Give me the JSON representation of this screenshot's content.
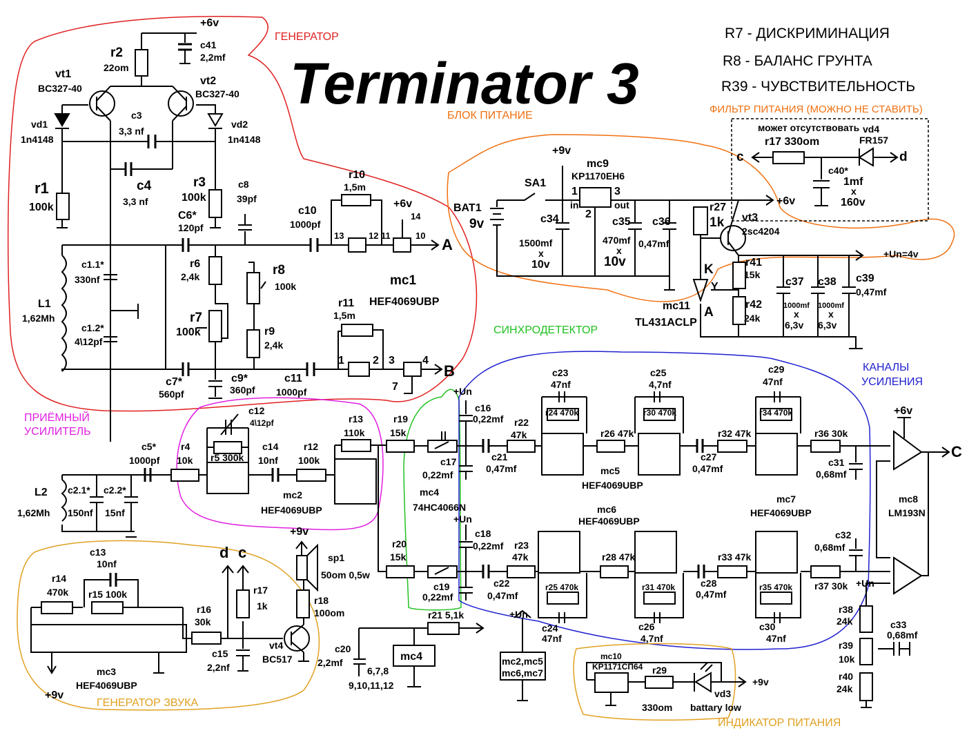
{
  "title": "Terminator 3",
  "notes": [
    "R7 - ДИСКРИМИНАЦИЯ",
    "R8 - БАЛАНС ГРУНТА",
    "R39 - ЧУВСТВИТЕЛЬНОСТЬ"
  ],
  "blocks": {
    "generator": "ГЕНЕРАТОР",
    "power": "БЛОК  ПИТАНИЕ",
    "filter": "ФИЛЬТР ПИТАНИЯ (МОЖНО НЕ СТАВИТЬ)",
    "sync": "СИНХРОДЕТЕКТОР",
    "channels_1": "КАНАЛЫ",
    "channels_2": "УСИЛЕНИЯ",
    "receiver_1": "ПРИЁМНЫЙ",
    "receiver_2": "УСИЛИТЕЛЬ",
    "sound": "ГЕНЕРАТОР ЗВУКА",
    "indicator": "ИНДИКАТОР ПИТАНИЯ"
  },
  "colors": {
    "generator": "#e02020",
    "power": "#f07010",
    "sync": "#20c020",
    "channels": "#2020d0",
    "receiver": "#e020e0",
    "sound": "#e0a020"
  },
  "labels": {
    "p6v_top": "+6v",
    "c41": "c41",
    "c41v": "2,2mf",
    "r2": "r2",
    "r2v": "22om",
    "vt1": "vt1",
    "vt1v": "BC327-40",
    "vt2": "vt2",
    "vt2v": "BC327-40",
    "c3": "c3",
    "c3v": "3,3 nf",
    "vd1": "vd1",
    "vd1v": "1n4148",
    "vd2": "vd2",
    "vd2v": "1n4148",
    "r1": "r1",
    "r1v": "100k",
    "c4": "c4",
    "c4v": "3,3 nf",
    "r3": "r3",
    "r3v": "100k",
    "c8": "c8",
    "c8v": "39pf",
    "c6": "C6*",
    "c6v": "120pf",
    "r10": "r10",
    "r10v": "1,5m",
    "c10": "c10",
    "c10v": "1000pf",
    "p6v_mc1": "+6v",
    "pin14": "14",
    "p13": "13",
    "p12": "12",
    "p11": "11",
    "p10": "10",
    "outA": "A",
    "c11s": "c1.1*",
    "c11v": "330nf",
    "L1": "L1",
    "L1v": "1,62Mh",
    "c12s": "c1.2*",
    "c12v": "4\\12pf",
    "r6": "r6",
    "r6v": "2,4k",
    "r8": "r8",
    "r8v": "100k",
    "r7": "r7",
    "r7v": "100k",
    "r9": "r9",
    "r9v": "2,4k",
    "mc1": "mc1",
    "mc1v": "HEF4069UBP",
    "r11": "r11",
    "r11v": "1,5m",
    "p1": "1",
    "p2": "2",
    "p3": "3",
    "p4": "4",
    "p7": "7",
    "outB": "B",
    "c7": "c7*",
    "c7v": "560pf",
    "c9": "c9*",
    "c9v": "360pf",
    "c11": "c11",
    "c11cv": "1000pf",
    "p9v": "+9v",
    "mc9": "mc9",
    "mc9v": "KP1170EH6",
    "SA1": "SA1",
    "bat1": "BAT1",
    "bat1v": "9v",
    "c34": "c34",
    "c34v": "1500mf",
    "c34x": "x",
    "c34vv": "10v",
    "in": "in",
    "out": "out",
    "pn1": "1",
    "pn2": "2",
    "pn3": "3",
    "c35": "c35",
    "c35v": "470mf",
    "c35x": "x",
    "c35vv": "10v",
    "c36": "c36",
    "c36v": "0,47mf",
    "r27": "r27",
    "r27v": "1k",
    "p6v_reg": "+6v",
    "vt3": "vt3",
    "vt3v": "2sc4204",
    "un4": "+Un=4v",
    "K": "K",
    "Y": "Y",
    "An": "A",
    "mc11": "mc11",
    "mc11v": "TL431ACLP",
    "r41": "r41",
    "r41v": "15k",
    "r42": "r42",
    "r42v": "24k",
    "c37": "c37",
    "c37v": "1000mf",
    "c37x": "x",
    "c37vv": "6,3v",
    "c38": "c38",
    "c38v": "1000mf",
    "c38x": "x",
    "c38vv": "6,3v",
    "c39": "c39",
    "c39v": "0,47mf",
    "optional": "может отсутствовать",
    "vd4": "vd4",
    "vd4v": "FR157",
    "r17f": "r17 330om",
    "fc": "c",
    "fd": "d",
    "c40": "c40*",
    "c40v": "1mf",
    "c40x": "x",
    "c40vv": "160v",
    "c23": "c23",
    "c23v": "47nf",
    "r24": "r24 470k",
    "c25": "c25",
    "c25v": "4,7nf",
    "r30": "r30 470k",
    "c29": "c29",
    "c29v": "47nf",
    "r34": "r34 470k",
    "r22": "r22",
    "r22v": "47k",
    "r26": "r26 47k",
    "r32": "r32 47k",
    "r36": "r36 30k",
    "c21": "c21",
    "c21v": "0,47mf",
    "c27": "c27",
    "c27v": "0,47mf",
    "c31": "c31",
    "c31v": "0,68mf",
    "mc5": "mc5",
    "mc5v": "HEF4069UBP",
    "mc6": "mc6",
    "mc6v": "HEF4069UBP",
    "mc7": "mc7",
    "mc7v": "HEF4069UBP",
    "mc8": "mc8",
    "mc8v": "LM193N",
    "outC": "C",
    "p6v_mc8": "+6v",
    "c12": "c12",
    "r5": "r5 300k",
    "c14": "c14",
    "c14v": "10nf",
    "r12": "r12",
    "r12v": "100k",
    "r13": "r13",
    "r13v": "110k",
    "r19": "r19",
    "r19v": "15k",
    "c5": "c5*",
    "c5v": "1000pf",
    "r4": "r4",
    "r4v": "10k",
    "L2": "L2",
    "L2v": "1,62Mh",
    "c21s": "c2.1*",
    "c21sv": "150nf",
    "c22s": "c2.2*",
    "c22sv": "15nf",
    "mc2": "mc2",
    "mc2v": "HEF4069UBP",
    "un1": "+Un",
    "un2": "+Un",
    "un3": "+Un",
    "un4b": "+Un",
    "c16": "c16",
    "c16v": "0,22mf",
    "c17": "c17",
    "c17v": "0,22mf",
    "mc4": "mc4",
    "mc4v": "74HC4066N",
    "c18": "c18",
    "c18v": "0,22mf",
    "c19": "c19",
    "c19v": "0,22mf",
    "r20": "r20",
    "r20v": "15k",
    "c22": "c22",
    "c22v": "0,47mf",
    "r23": "r23",
    "r23v": "47k",
    "r28": "r28 47k",
    "r33": "r33 47k",
    "r37": "r37 30k",
    "c28": "c28",
    "c28v": "0,47mf",
    "c32": "c32",
    "c32v": "0,68mf",
    "r25": "r25 470k",
    "r31": "r31 470k",
    "r35": "r35 470k",
    "c24": "c24",
    "c24v": "47nf",
    "c26": "c26",
    "c26v": "4,7nf",
    "c30": "c30",
    "c30v": "47nf",
    "r38": "r38",
    "r38v": "24k",
    "r39": "r39",
    "r39v": "10k",
    "r40": "r40",
    "r40v": "24k",
    "c33": "c33",
    "c33v": "0,68mf",
    "r21": "r21 5,1k",
    "c20": "c20",
    "c20v": "2,2mf",
    "mc4b": "mc4",
    "pins678": "6,7,8",
    "pins9": "9,10,11,12",
    "mcgrp1": "mc2,mc5",
    "mcgrp2": "mc6,mc7",
    "mc10": "mc10",
    "mc10v": "KP1171СП64",
    "r29": "r29",
    "r29v": "330om",
    "vd3": "vd3",
    "vd3v": "battary low",
    "sp1": "sp1",
    "sp1v": "50om 0,5w",
    "r18": "r18",
    "r18v": "100om",
    "c13": "c13",
    "c13v": "10nf",
    "r14": "r14",
    "r14v": "470k",
    "r15": "r15 100k",
    "r16": "r16",
    "r16v": "30k",
    "r17": "r17",
    "r17v": "1k",
    "c15": "c15",
    "c15v": "2,2nf",
    "vt4": "vt4",
    "vt4v": "BC517",
    "mc3": "mc3",
    "mc3v": "HEF4069UBP",
    "p9v_snd": "+9v",
    "p9v_sp": "+9v",
    "p9v_ind": "+9v",
    "d": "d",
    "c": "c"
  }
}
